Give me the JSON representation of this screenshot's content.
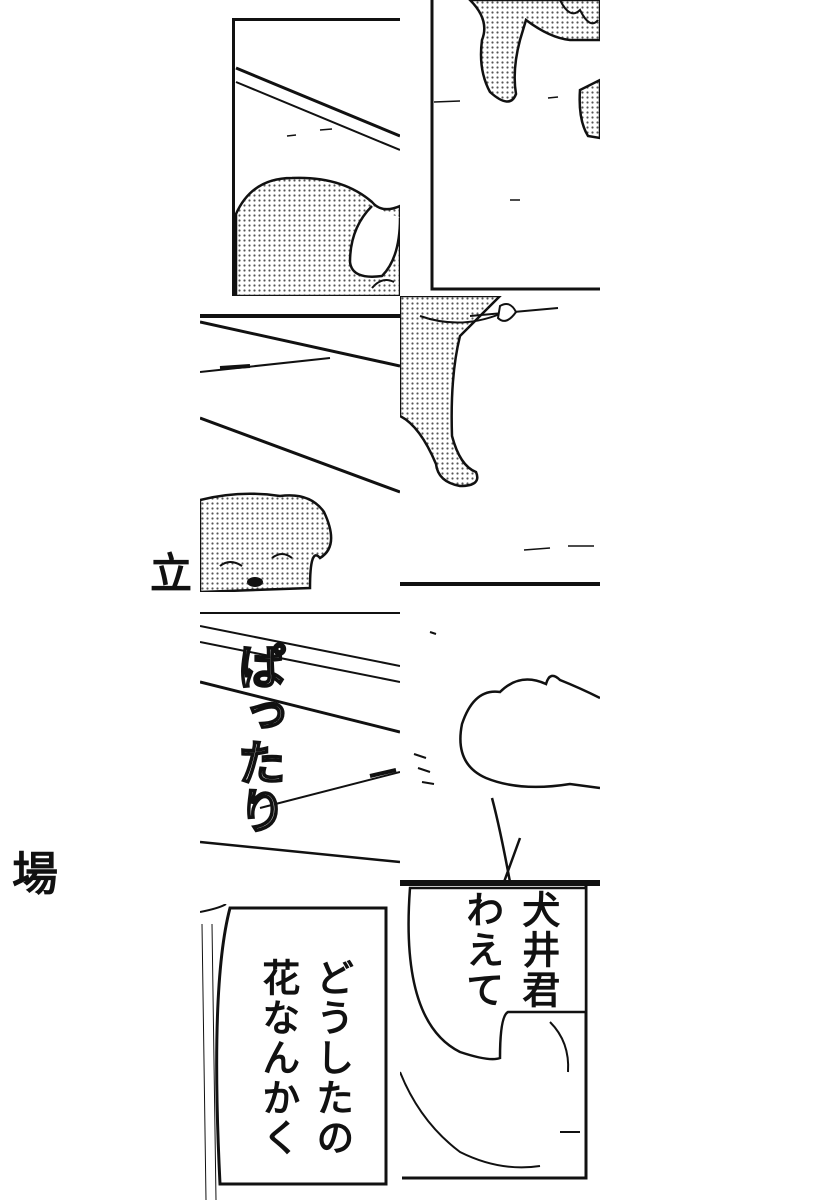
{
  "page": {
    "side_text_left": "場",
    "side_text_mid": "立"
  },
  "panels": {
    "dialogue_right": {
      "line1": "犬井君",
      "line2": "わえて"
    },
    "dialogue_left": {
      "line1": "どうしたの",
      "line2": "花なんかく"
    },
    "sfx": {
      "text": "ぱったり"
    }
  },
  "colors": {
    "ink": "#111111",
    "paper": "#ffffff",
    "tone": "#d9d9d9"
  }
}
